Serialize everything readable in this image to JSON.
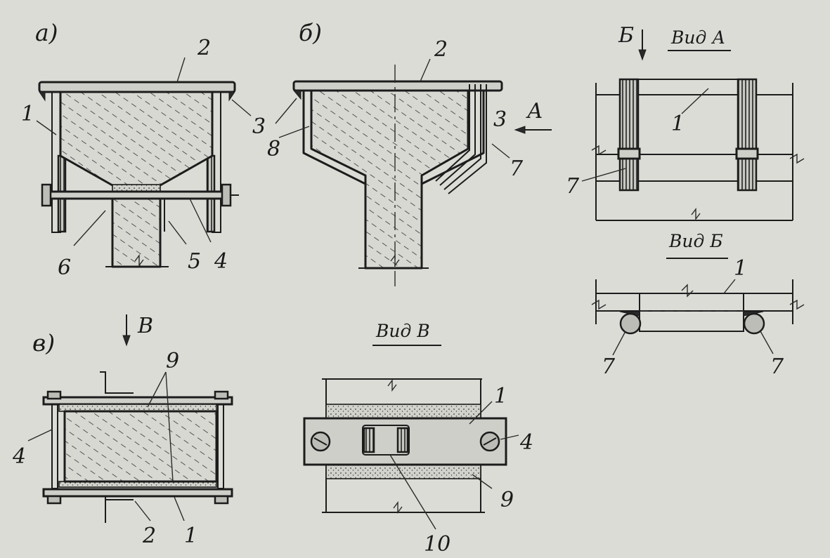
{
  "figures": {
    "a": {
      "letter": "а)",
      "labels": {
        "n1": "1",
        "n2": "2",
        "n3": "3",
        "n4": "4",
        "n5": "5",
        "n6": "6"
      }
    },
    "b": {
      "letter": "б)",
      "arrow": "А",
      "labels": {
        "n2": "2",
        "n3": "3",
        "n7": "7",
        "n8": "8"
      }
    },
    "v": {
      "letter": "в)",
      "arrow": "В",
      "labels": {
        "n1": "1",
        "n2": "2",
        "n4": "4",
        "n9": "9"
      }
    }
  },
  "views": {
    "a": {
      "caption": "Вид А",
      "arrow": "Б",
      "labels": {
        "n1": "1",
        "n7": "7"
      }
    },
    "b": {
      "caption": "Вид Б",
      "labels": {
        "n1": "1",
        "n7l": "7",
        "n7r": "7"
      }
    },
    "v": {
      "caption": "Вид В",
      "labels": {
        "n1": "1",
        "n4": "4",
        "n9": "9",
        "n10": "10"
      }
    }
  },
  "colors": {
    "paper": "#dcdcd7",
    "ink": "#1c1c1c"
  }
}
